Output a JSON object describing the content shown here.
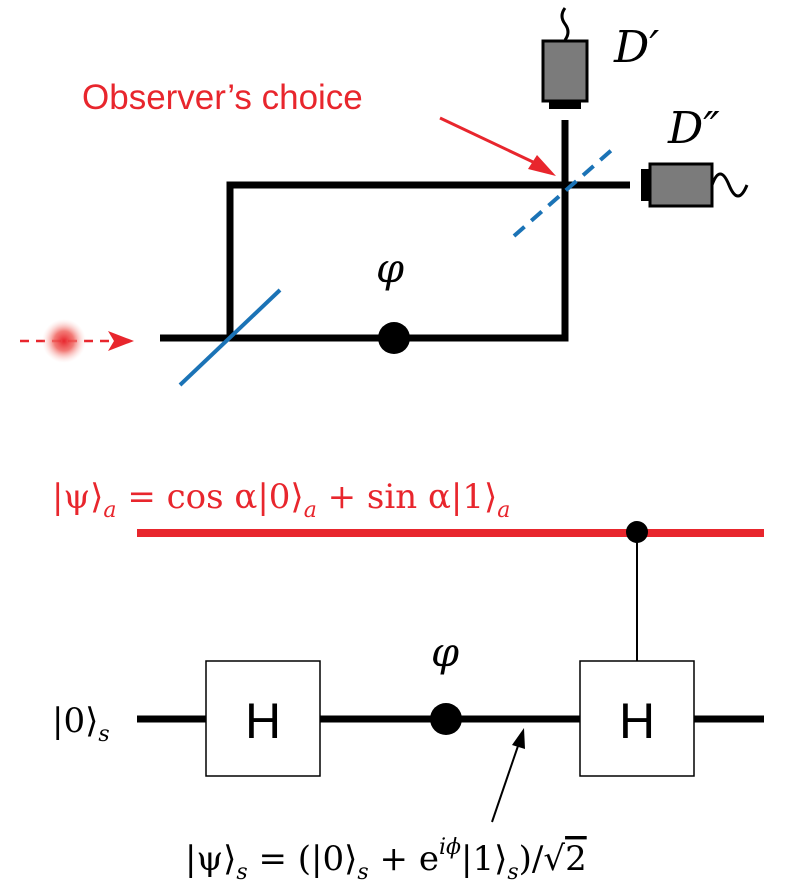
{
  "interferometer": {
    "observer_label": "Observer’s choice",
    "detector_prime": "D′",
    "detector_double_prime": "D″",
    "phase_symbol": "φ"
  },
  "circuit": {
    "ancilla_state": "|ψ⟩a = cos α|0⟩a + sin α|1⟩a",
    "ancilla_state_parts": {
      "ket_psi": "|ψ⟩",
      "sub_a1": "a",
      "eq": " = cos α|0⟩",
      "sub_a2": "a",
      "plus": " + sin α|1⟩",
      "sub_a3": "a"
    },
    "input_state": "|0⟩s",
    "input_state_parts": {
      "ket": "|0⟩",
      "sub": "s"
    },
    "hadamard_label": "H",
    "phase_symbol": "φ",
    "system_state": "|ψ⟩s = (|0⟩s + e^{iϕ}|1⟩s)/√2",
    "system_state_parts": {
      "ket_psi": "|ψ⟩",
      "sub_s1": "s",
      "eq": " = (|0⟩",
      "sub_s2": "s",
      "plus": " + e",
      "exp": "iϕ",
      "ket1": "|1⟩",
      "sub_s3": "s",
      "close": ")/",
      "sqrt": "√",
      "two": "2"
    }
  },
  "colors": {
    "red": "#e8262d",
    "blue": "#1b73b6",
    "black": "#000000",
    "detector_gray": "#7b7b7b"
  }
}
